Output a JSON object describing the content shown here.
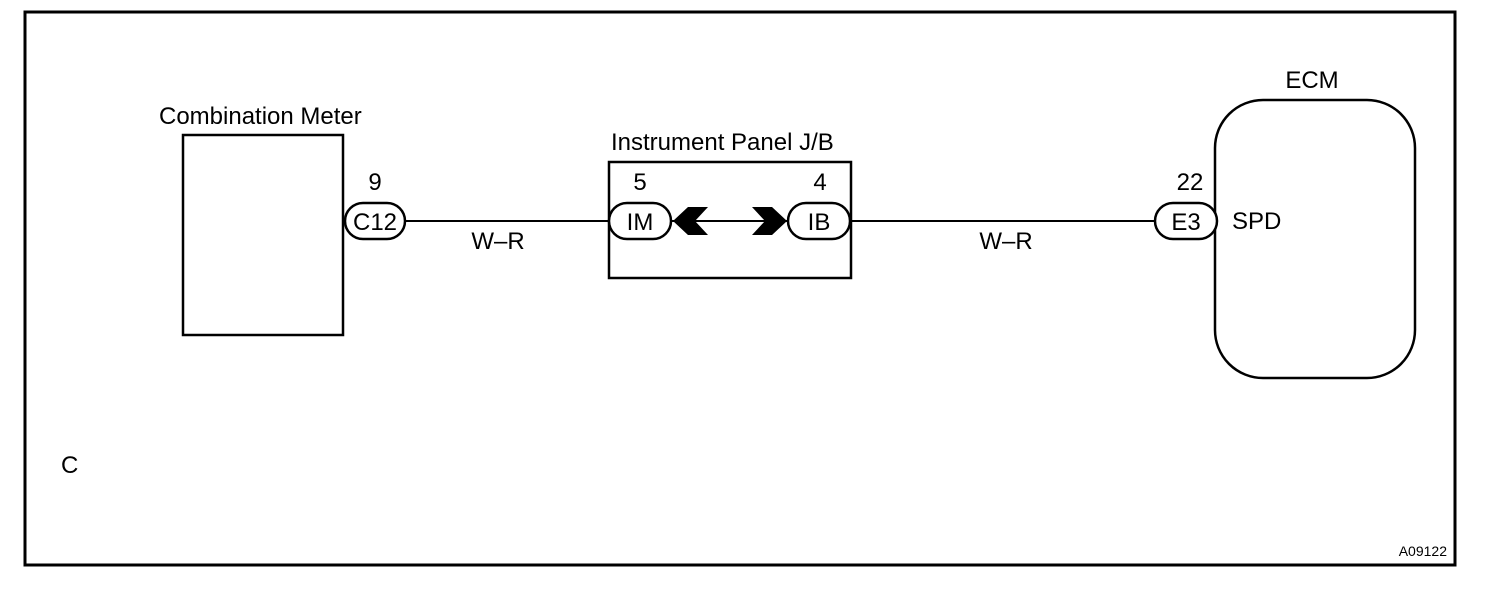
{
  "colors": {
    "line": "#000000",
    "background": "#ffffff"
  },
  "components": {
    "combination_meter": {
      "label": "Combination Meter"
    },
    "instrument_panel_jb": {
      "label": "Instrument Panel J/B"
    },
    "ecm": {
      "label": "ECM",
      "terminal": "SPD"
    }
  },
  "connectors": {
    "c12": {
      "code": "C12",
      "pin": "9"
    },
    "im": {
      "code": "IM",
      "pin": "5"
    },
    "ib": {
      "code": "IB",
      "pin": "4"
    },
    "e3": {
      "code": "E3",
      "pin": "22"
    }
  },
  "wires": {
    "left": {
      "color_code": "W–R"
    },
    "right": {
      "color_code": "W–R"
    }
  },
  "section_letter": "C",
  "figure_id": "A09122"
}
